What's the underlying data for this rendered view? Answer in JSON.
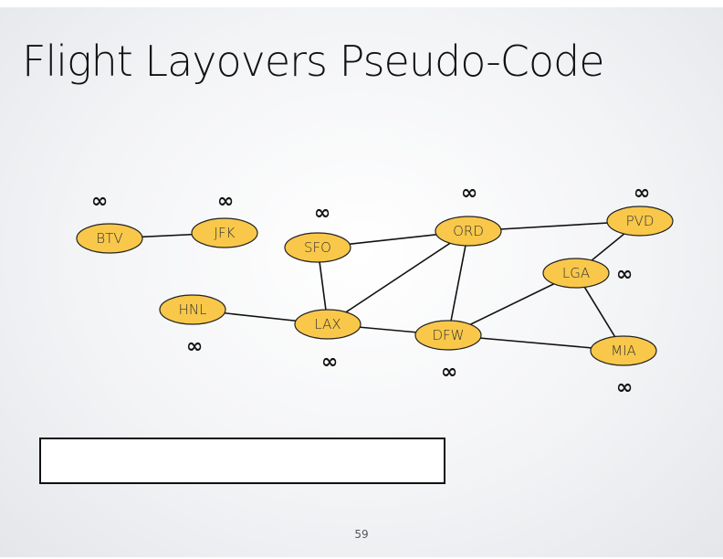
{
  "slide": {
    "title": "Flight Layovers Pseudo-Code",
    "page_number": "59",
    "answer_box_text": ""
  },
  "graph": {
    "node_fill": "#f9c84a",
    "node_stroke": "#222222",
    "nodes": [
      {
        "id": "BTV",
        "label": "BTV",
        "distance": "∞"
      },
      {
        "id": "JFK",
        "label": "JFK",
        "distance": "∞"
      },
      {
        "id": "SFO",
        "label": "SFO",
        "distance": "∞"
      },
      {
        "id": "ORD",
        "label": "ORD",
        "distance": "∞"
      },
      {
        "id": "PVD",
        "label": "PVD",
        "distance": "∞"
      },
      {
        "id": "LGA",
        "label": "LGA",
        "distance": "∞"
      },
      {
        "id": "HNL",
        "label": "HNL",
        "distance": "∞"
      },
      {
        "id": "LAX",
        "label": "LAX",
        "distance": "∞"
      },
      {
        "id": "DFW",
        "label": "DFW",
        "distance": "∞"
      },
      {
        "id": "MIA",
        "label": "MIA",
        "distance": "∞"
      }
    ],
    "edges": [
      [
        "BTV",
        "JFK"
      ],
      [
        "SFO",
        "ORD"
      ],
      [
        "SFO",
        "LAX"
      ],
      [
        "ORD",
        "PVD"
      ],
      [
        "ORD",
        "LAX"
      ],
      [
        "ORD",
        "DFW"
      ],
      [
        "PVD",
        "LGA"
      ],
      [
        "LGA",
        "DFW"
      ],
      [
        "LGA",
        "MIA"
      ],
      [
        "HNL",
        "LAX"
      ],
      [
        "LAX",
        "DFW"
      ],
      [
        "DFW",
        "MIA"
      ]
    ]
  }
}
